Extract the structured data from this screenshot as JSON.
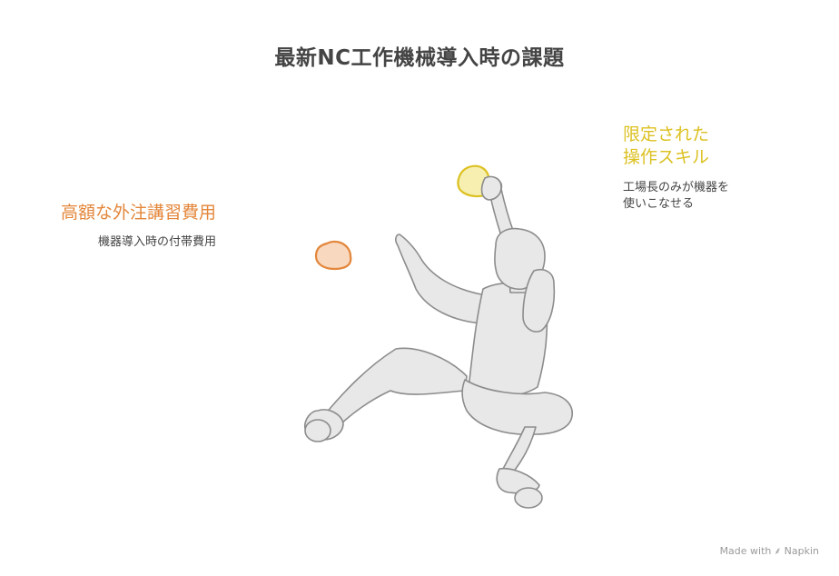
{
  "title": "最新NC工作機械導入時の課題",
  "left": {
    "heading": "高額な外注講習費用",
    "description": "機器導入時の付帯費用",
    "color": "#E3863A"
  },
  "right": {
    "heading_lines": [
      "限定された",
      "操作スキル"
    ],
    "description_lines": [
      "工場長のみが機器を",
      "使いこなせる"
    ],
    "color": "#DCC122"
  },
  "footer": {
    "made_with": "Made with",
    "brand": "Napkin"
  }
}
